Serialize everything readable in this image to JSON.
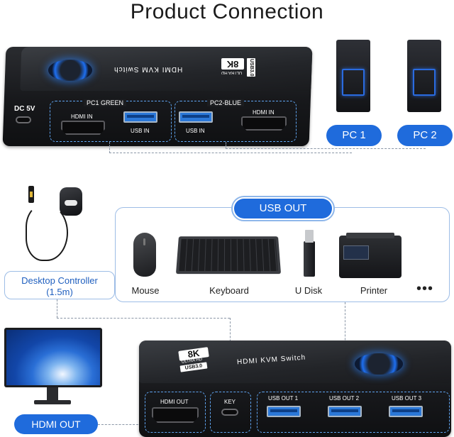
{
  "title": "Product Connection",
  "device_top": {
    "brand_label": "HDMI KVM Switch",
    "badge_8k": "8K",
    "badge_ultra": "ULTRA HD",
    "badge_usb": "USB3.0",
    "dc_label": "DC 5V",
    "pc1_group": "PC1 GREEN",
    "pc2_group": "PC2-BLUE",
    "hdmi_in_1": "HDMI IN",
    "usb_in_1": "USB IN",
    "usb_in_2": "USB IN",
    "hdmi_in_2": "HDMI IN"
  },
  "pcs": {
    "pc1_label": "PC 1",
    "pc2_label": "PC 2"
  },
  "usb_out": {
    "title": "USB OUT",
    "items": [
      {
        "label": "Mouse",
        "icon": "mouse-icon"
      },
      {
        "label": "Keyboard",
        "icon": "keyboard-icon"
      },
      {
        "label": "U Disk",
        "icon": "usb-drive-icon"
      },
      {
        "label": "Printer",
        "icon": "printer-icon"
      }
    ],
    "more": "•••"
  },
  "controller": {
    "label_line1": "Desktop Controller",
    "label_line2": "(1.5m)"
  },
  "monitor": {
    "label": "HDMI OUT"
  },
  "device_bottom": {
    "badge_8k": "8K",
    "badge_ultra": "ULTRA HD",
    "badge_usb": "USB3.0",
    "brand_label": "HDMI KVM Switch",
    "hdmi_out": "HDMI OUT",
    "key": "KEY",
    "usb_out_1": "USB OUT 1",
    "usb_out_2": "USB OUT 2",
    "usb_out_3": "USB OUT 3"
  },
  "colors": {
    "accent_blue": "#1f6bdc",
    "usb_port_blue": "#2b78d8",
    "dash_blue": "#5fa4f0"
  }
}
